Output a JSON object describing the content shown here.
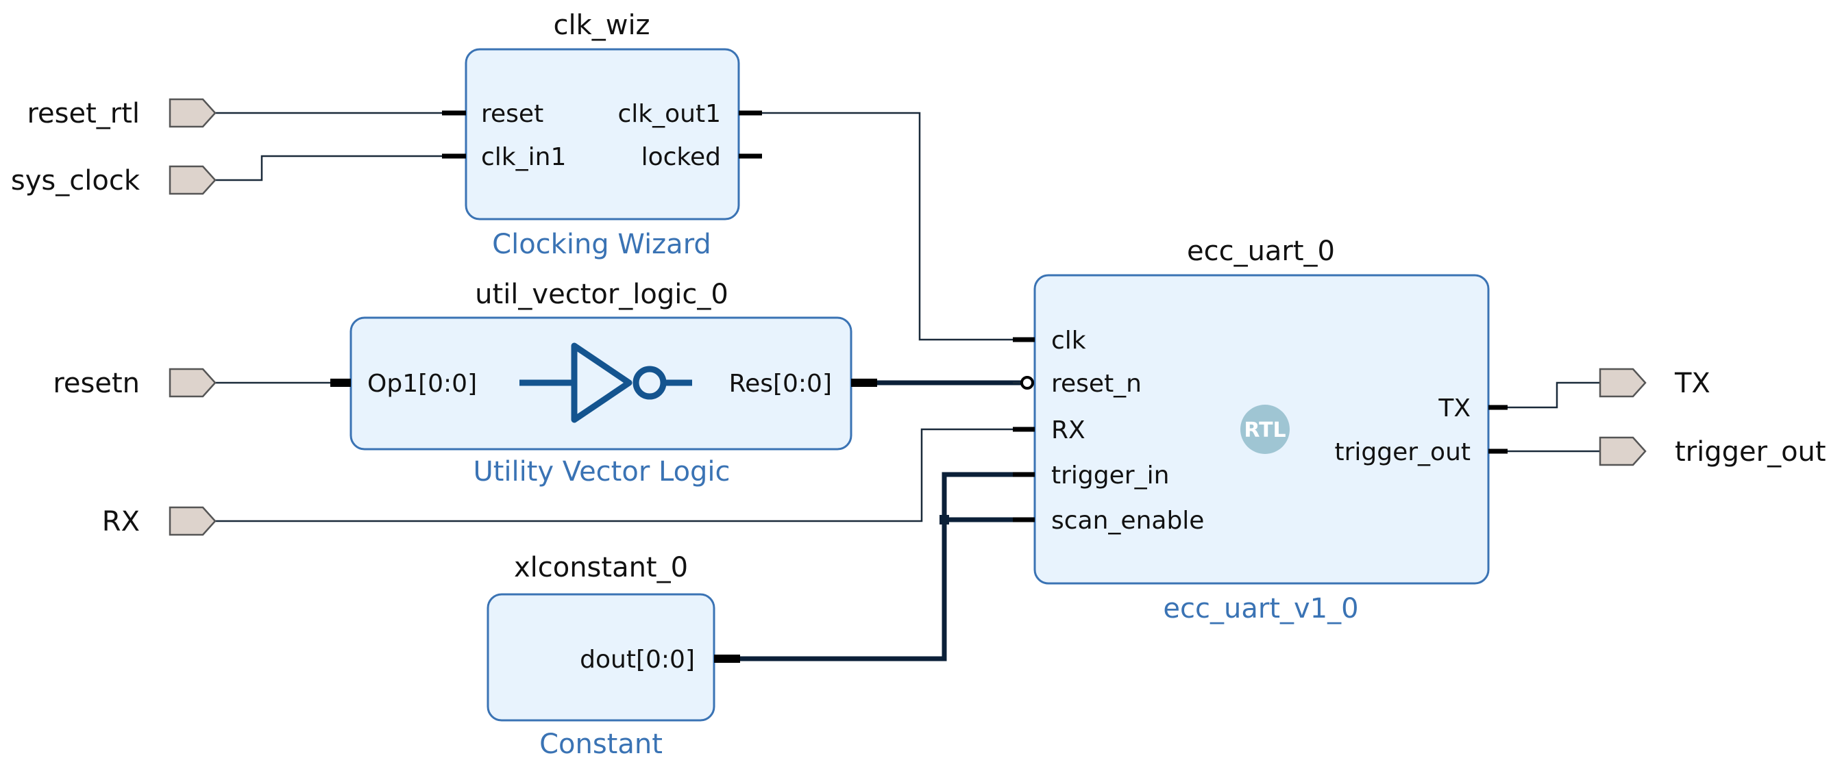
{
  "external_inputs": {
    "reset_rtl": "reset_rtl",
    "sys_clock": "sys_clock",
    "resetn": "resetn",
    "rx": "RX"
  },
  "external_outputs": {
    "tx": "TX",
    "trigger_out": "trigger_out"
  },
  "clk_wiz": {
    "instance": "clk_wiz",
    "type": "Clocking Wizard",
    "ports": {
      "reset": "reset",
      "clk_in1": "clk_in1",
      "clk_out1": "clk_out1",
      "locked": "locked"
    }
  },
  "util_vector_logic": {
    "instance": "util_vector_logic_0",
    "type": "Utility Vector Logic",
    "ports": {
      "op1": "Op1[0:0]",
      "res": "Res[0:0]"
    },
    "symbol_icon": "inverter-icon"
  },
  "ecc_uart": {
    "instance": "ecc_uart_0",
    "type": "ecc_uart_v1_0",
    "badge": "RTL",
    "ports": {
      "clk": "clk",
      "reset_n": "reset_n",
      "rx": "RX",
      "trigger_in": "trigger_in",
      "scan_enable": "scan_enable",
      "tx": "TX",
      "trigger_out": "trigger_out"
    }
  },
  "xlconstant": {
    "instance": "xlconstant_0",
    "type": "Constant",
    "ports": {
      "dout": "dout[0:0]"
    }
  },
  "colors": {
    "block_fill": "#e8f3fd",
    "block_border": "#3a73b4",
    "type_label": "#3a73b4",
    "external_port": "#ddd3cc",
    "rtl_badge": "#9fc5d3"
  }
}
